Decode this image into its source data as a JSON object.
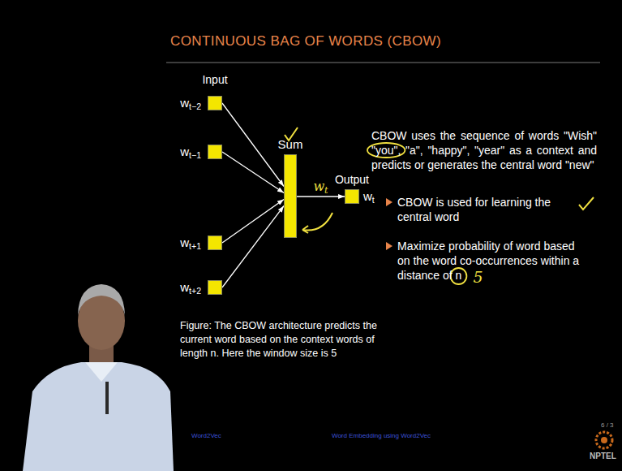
{
  "diagram": {
    "title": "CONTINUOUS BAG OF WORDS (CBOW)",
    "caption": "Figure: The CBOW architecture predicts the current word based on the context words of length n. Here the window size is 5",
    "nodes": [
      {
        "text": [
          "wt−2"
        ]
      },
      {
        "text": [
          "wt−1"
        ]
      },
      {
        "text": [
          "wt+1"
        ]
      },
      {
        "text": [
          "wt+2"
        ]
      },
      {
        "text": [
          "Sum"
        ]
      },
      {
        "text": [
          "Output",
          "wt"
        ]
      }
    ],
    "edges": [
      {
        "from": 0,
        "to": 4,
        "arrow": "to"
      },
      {
        "from": 1,
        "to": 4,
        "arrow": "to"
      },
      {
        "from": 2,
        "to": 4,
        "arrow": "to"
      },
      {
        "from": 3,
        "to": 4,
        "arrow": "to"
      },
      {
        "from": 4,
        "to": 5,
        "label": "wt",
        "arrow": "to"
      }
    ],
    "labels": [
      "Input",
      "CBOW uses the sequence of words \"Wish\" \"you\", \"a\", \"happy\", \"year\" as a context and predicts or generates the central word \"new\"",
      "CBOW is used for learning the central word",
      "Maximize probability of word based on the word co-occurrences within a distance of n",
      "5",
      "Word2Vec",
      "Word Embedding using Word2Vec",
      "6 / 3",
      "NPTEL"
    ]
  }
}
